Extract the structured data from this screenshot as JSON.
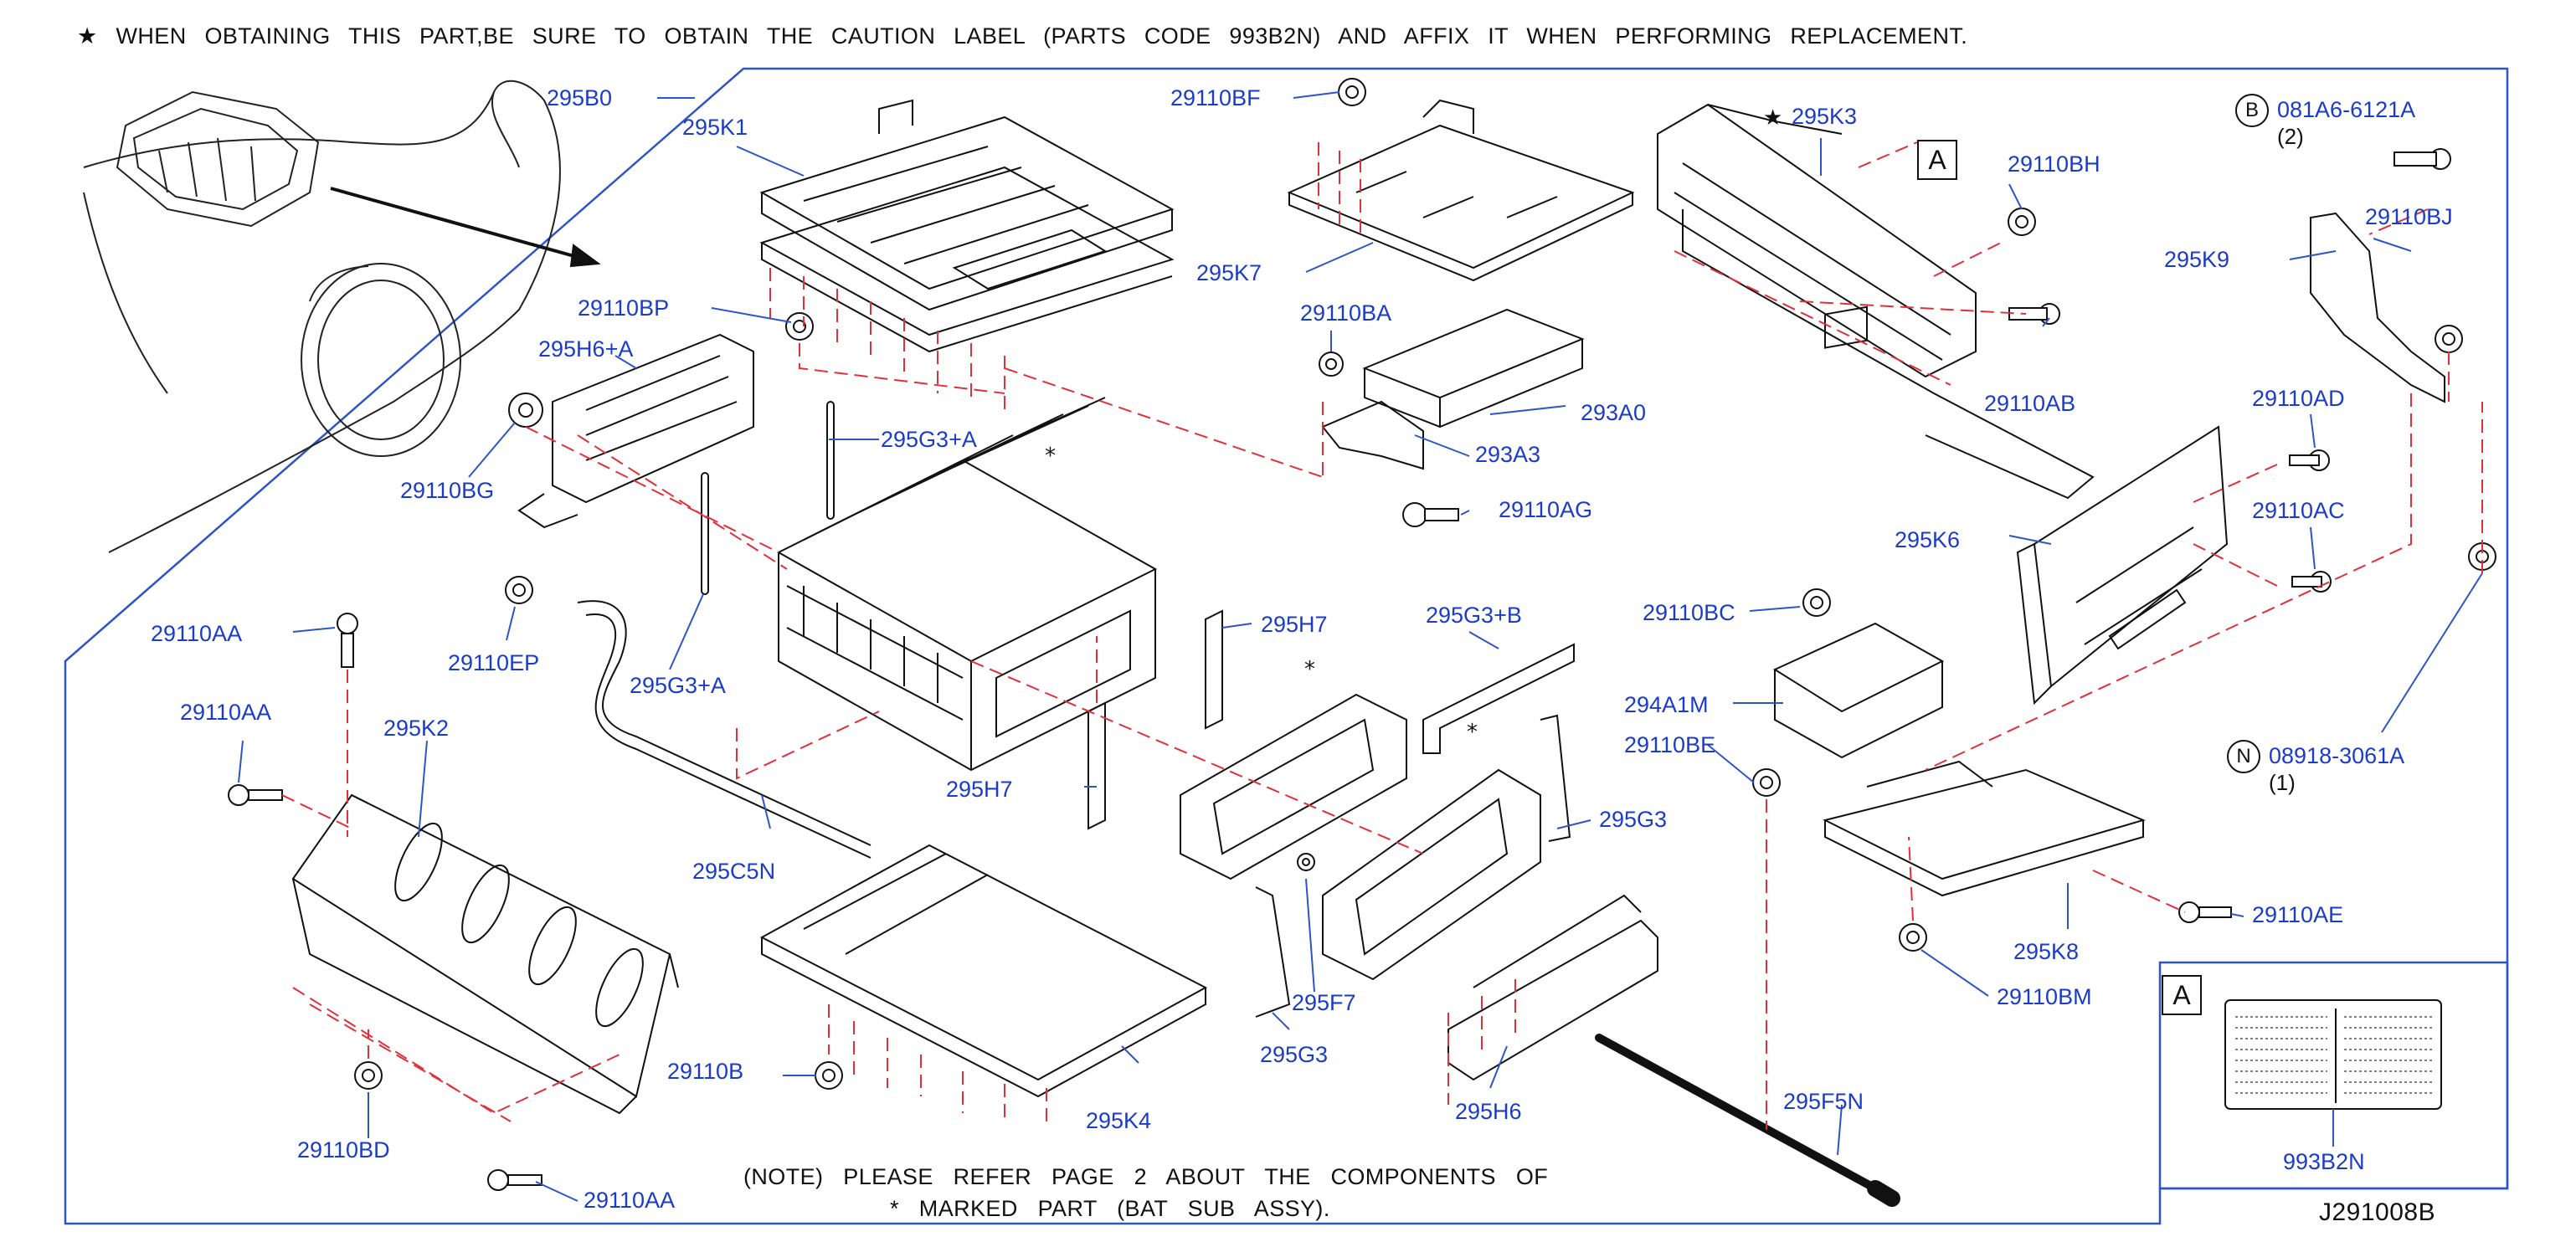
{
  "notes": {
    "top": "★ WHEN OBTAINING THIS PART,BE SURE TO OBTAIN THE CAUTION LABEL (PARTS CODE 993B2N) AND AFFIX IT WHEN PERFORMING REPLACEMENT.",
    "bottom_line1": "(NOTE) PLEASE REFER PAGE 2 ABOUT THE COMPONENTS OF",
    "bottom_line2": "* MARKED PART (BAT SUB ASSY).",
    "diagram_code": "J291008B"
  },
  "parts": {
    "p295B0": "295B0",
    "p295K1": "295K1",
    "p29110BF": "29110BF",
    "p295K7": "295K7",
    "p295K3": "295K3",
    "p29110BH": "29110BH",
    "p081A6": "081A6-6121A",
    "p081A6_qty": "(2)",
    "p29110BJ": "29110BJ",
    "p295K9": "295K9",
    "p29110BP": "29110BP",
    "p295H6A": "295H6+A",
    "p29110BA": "29110BA",
    "p293A0": "293A0",
    "p29110AB": "29110AB",
    "p29110AD": "29110AD",
    "p295G3A_upper": "295G3+A",
    "p293A3": "293A3",
    "p29110BG": "29110BG",
    "p29110AG": "29110AG",
    "p29110AC": "29110AC",
    "p295K6": "295K6",
    "p29110AA_1": "29110AA",
    "p295H7_upper": "295H7",
    "p295G3B": "295G3+B",
    "p29110BC": "29110BC",
    "p29110EP": "29110EP",
    "p295G3A_lower": "295G3+A",
    "p294A1M": "294A1M",
    "p29110AA_2": "29110AA",
    "p295K2": "295K2",
    "p29110BE": "29110BE",
    "p08918": "08918-3061A",
    "p08918_qty": "(1)",
    "p295H7_lower": "295H7",
    "p295G3_right": "295G3",
    "p295C5N": "295C5N",
    "p29110AE": "29110AE",
    "p295K8": "295K8",
    "p295F7": "295F7",
    "p29110BM": "29110BM",
    "p295G3_lower": "295G3",
    "p29110B": "29110B",
    "p295K4": "295K4",
    "p295H6": "295H6",
    "p295F5N": "295F5N",
    "p29110BD": "29110BD",
    "p29110AA_3": "29110AA",
    "p993B2N": "993B2N"
  },
  "markers": {
    "ref_a": "A",
    "bolt_b": "B",
    "nut_n": "N",
    "star": "★",
    "asterisk": "*"
  },
  "colors": {
    "label_blue": "#1a3cc8",
    "leader_blue": "#2e55c7",
    "dash_red": "#e0303a",
    "line_black": "#111111"
  }
}
